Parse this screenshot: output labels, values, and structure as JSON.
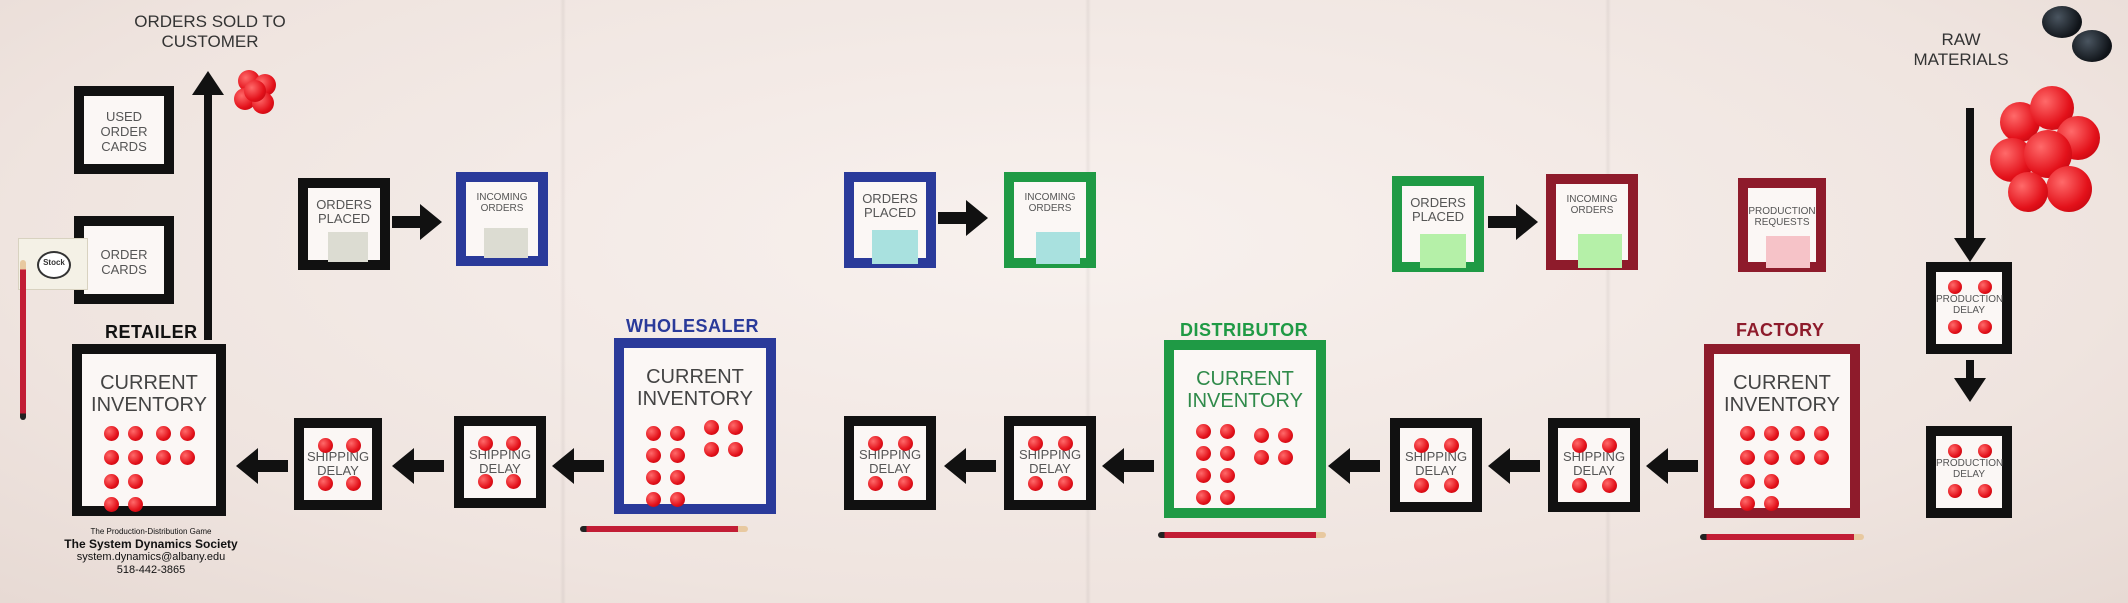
{
  "header": {
    "orders_sold": "ORDERS SOLD TO CUSTOMER",
    "raw_materials": "RAW MATERIALS"
  },
  "cards": {
    "used_order_cards": "USED ORDER CARDS",
    "order_cards": "ORDER CARDS",
    "logo_badge": "Stock"
  },
  "stages": {
    "retailer": "RETAILER",
    "wholesaler": "WHOLESALER",
    "distributor": "DISTRIBUTOR",
    "factory": "FACTORY"
  },
  "boxes": {
    "current_inventory": "CURRENT INVENTORY",
    "shipping_delay": "SHIPPING DELAY",
    "production_delay": "PRODUCTION DELAY",
    "orders_placed": "ORDERS PLACED",
    "incoming_orders": "INCOMING ORDERS",
    "production_requests": "PRODUCTION REQUESTS"
  },
  "credits": {
    "game": "The Production-Distribution Game",
    "society": "The System Dynamics Society",
    "email": "system.dynamics@albany.edu",
    "phone": "518-442-3865"
  },
  "colors": {
    "black": "#111111",
    "blue": "#2a3a9a",
    "green": "#1f9a45",
    "maroon": "#8e1b2b",
    "chip_red": "#e3111a",
    "card_blue": "#a9e1df",
    "card_green": "#b5f0a8",
    "card_pink": "#f6c3c8",
    "card_gray": "#dcdcd2"
  }
}
